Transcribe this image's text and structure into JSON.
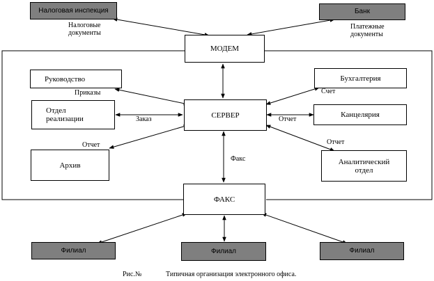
{
  "nodes": {
    "tax": "Налоговая инспекция",
    "bank": "Банк",
    "modem": "МОДЕМ",
    "management": "Руководство",
    "sales": "Отдел\nреализации",
    "archive": "Архив",
    "server": "СЕРВЕР",
    "accounting": "Бухгалтерия",
    "office": "Канцелярия",
    "analytics": "Аналитический\nотдел",
    "fax": "ФАКС",
    "branch1": "Филиал",
    "branch2": "Филиал",
    "branch3": "Филиал"
  },
  "edge_labels": {
    "tax_docs": "Налоговые\nдокументы",
    "payment_docs": "Платежные\nдокументы",
    "orders": "Приказы",
    "order": "Заказ",
    "report_archive": "Отчет",
    "invoice": "Счет",
    "report_office": "Отчет",
    "report_analytics": "Отчет",
    "fax_link": "Факс"
  },
  "caption": {
    "number": "Рис.№",
    "text": "Типичная организация электронного офиса."
  }
}
